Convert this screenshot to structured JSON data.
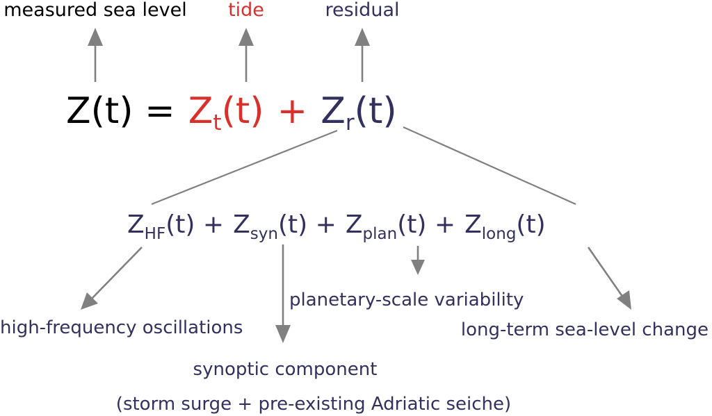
{
  "colors": {
    "black": "#000000",
    "tide": "#d9302c",
    "residual": "#33305e",
    "arrow": "#808080",
    "background": "#ffffff"
  },
  "labels": {
    "measured": "measured sea level",
    "tide": "tide",
    "residual": "residual"
  },
  "equation_main": {
    "lhs": "Z(t) =",
    "tide_base": "Z",
    "tide_sub": "t",
    "tide_arg": "(t)",
    "plus": "+",
    "res_base": "Z",
    "res_sub": "r",
    "res_arg": "(t)"
  },
  "equation_decomp": {
    "hf_base": "Z",
    "hf_sub": "HF",
    "hf_arg": "(t) +",
    "syn_base": "Z",
    "syn_sub": "syn",
    "syn_arg": "(t) +",
    "plan_base": "Z",
    "plan_sub": "plan",
    "plan_arg": "(t) +",
    "long_base": "Z",
    "long_sub": "long",
    "long_arg": "(t)"
  },
  "descriptions": {
    "hf": "high-frequency oscillations",
    "synoptic": "synoptic component",
    "synoptic_detail": "(storm surge + pre-existing Adriatic seiche)",
    "planetary": "planetary-scale variability",
    "long": "long-term sea-level change"
  }
}
